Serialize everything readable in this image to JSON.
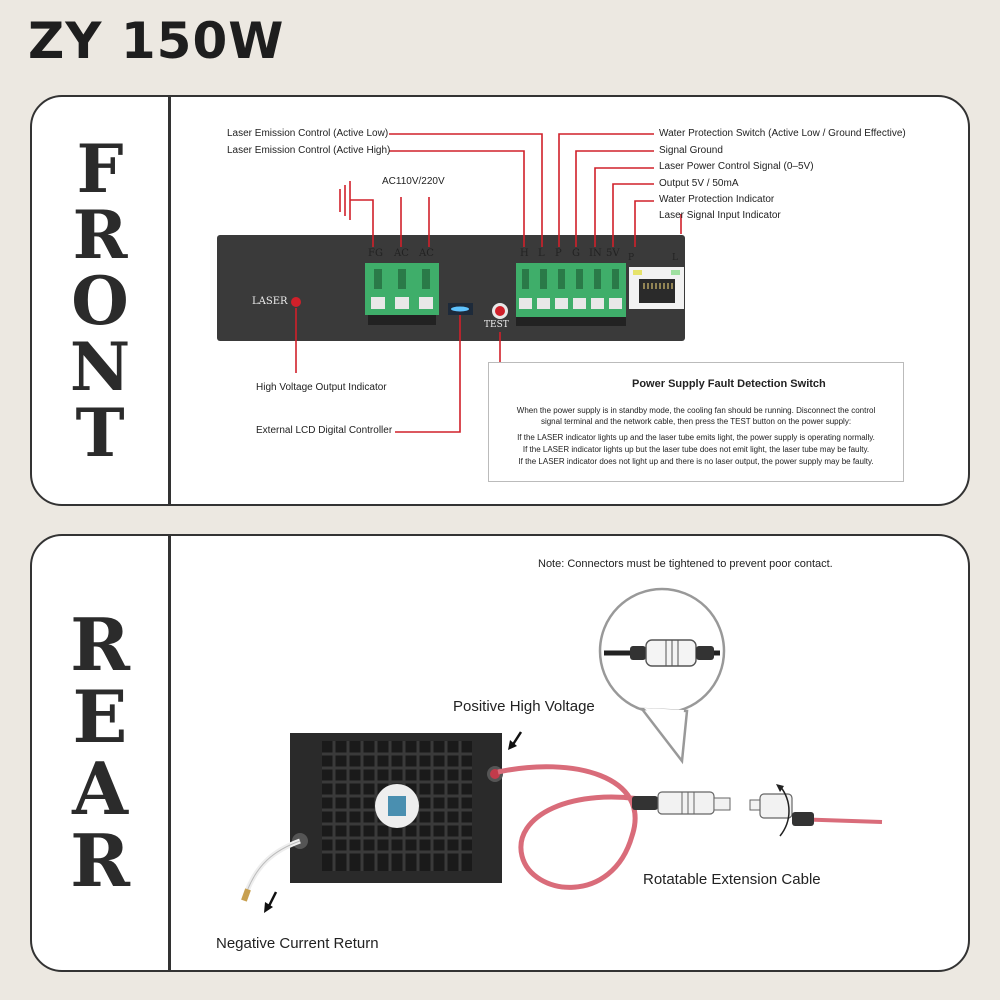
{
  "title": "ZY 150W",
  "front": {
    "side_label": [
      "F",
      "R",
      "O",
      "N",
      "T"
    ],
    "top_labels": {
      "active_low": "Laser Emission Control (Active Low)",
      "active_high": "Laser Emission Control (Active High)",
      "water_switch": "Water Protection Switch (Active Low / Ground Effective)",
      "signal_ground": "Signal Ground",
      "power_control": "Laser Power Control Signal (0–5V)",
      "output_5v": "Output 5V / 50mA",
      "water_indicator": "Water Protection Indicator",
      "laser_signal_indicator": "Laser Signal Input Indicator",
      "ac_voltage": "AC110V/220V"
    },
    "pins_left": [
      "FG",
      "AC",
      "AC"
    ],
    "pins_right": [
      "H",
      "L",
      "P",
      "G",
      "IN",
      "5V"
    ],
    "rj45_leds": [
      "P",
      "L"
    ],
    "laser_label": "LASER",
    "test_label": "TEST",
    "bottom_labels": {
      "hv_indicator": "High Voltage Output Indicator",
      "lcd_controller": "External LCD Digital Controller"
    },
    "fault_box": {
      "title": "Power Supply Fault Detection Switch",
      "lines": [
        "When the power supply is in standby mode, the cooling fan should be running. Disconnect the control",
        "signal terminal and the network cable, then press the TEST button on the power supply:",
        "If the LASER indicator lights up and the laser tube emits light, the power supply is operating normally.",
        "If the LASER indicator lights up but the laser tube does not emit light, the laser tube may be faulty.",
        "If the LASER indicator does not light up and there is no laser output, the power supply may be faulty."
      ]
    }
  },
  "rear": {
    "side_label": [
      "R",
      "E",
      "A",
      "R"
    ],
    "note": "Note:  Connectors must be tightened to prevent poor contact.",
    "positive_hv": "Positive High Voltage",
    "extension": "Rotatable Extension Cable",
    "negative": "Negative Current Return"
  },
  "colors": {
    "red": "#d0202a",
    "panel_dark": "#3a3a3a",
    "terminal_green": "#3fae6a",
    "cable_pink": "#d96c7a"
  }
}
